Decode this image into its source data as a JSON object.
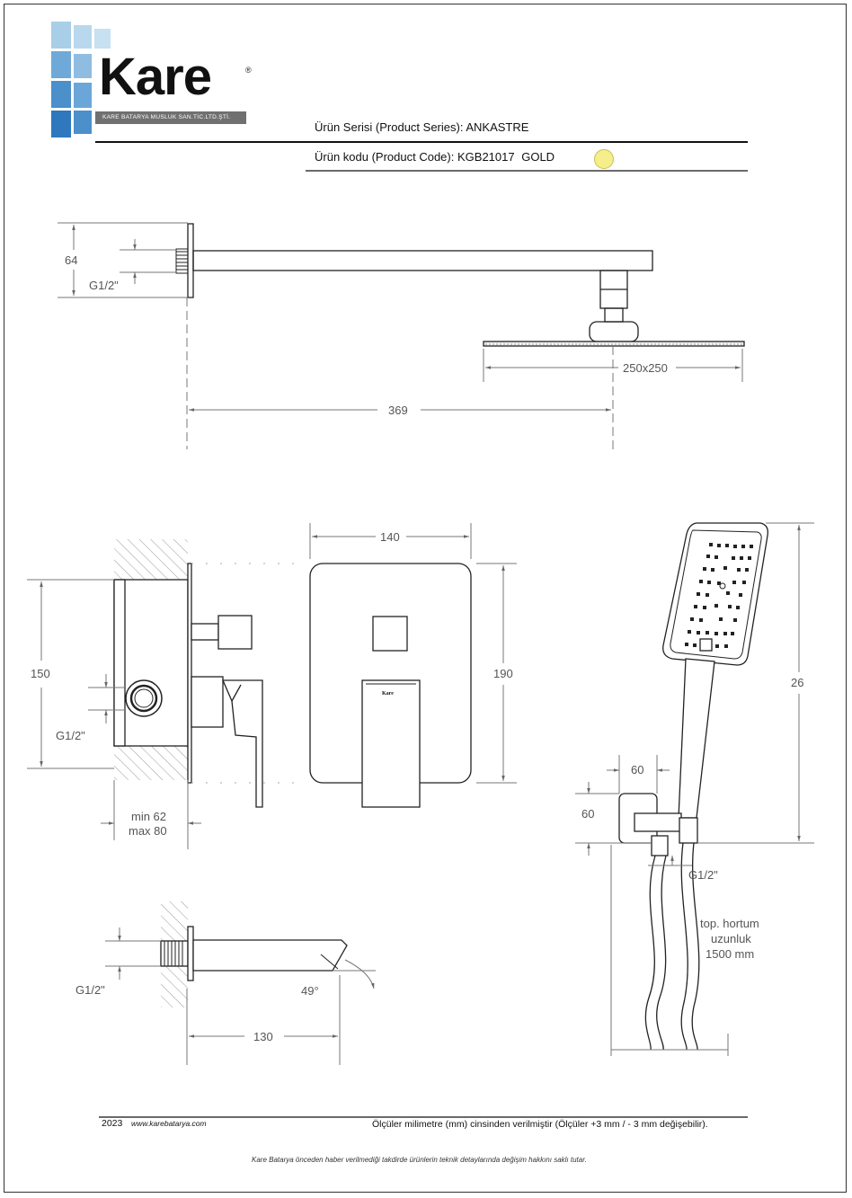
{
  "brand": {
    "name": "Kare",
    "subtitle": "KARE BATARYA MUSLUK SAN.TİC.LTD.ŞTİ.",
    "registered": "®"
  },
  "header": {
    "series_label": "Ürün Serisi (Product Series):",
    "series_value": "ANKASTRE",
    "code_label": "Ürün kodu (Product Code):",
    "code_value": "KGB21017",
    "color_value": "GOLD",
    "color_swatch": "#f5ee8a"
  },
  "dimensions": {
    "head_height": "64",
    "head_thread": "G1/2\"",
    "head_size": "250x250",
    "arm_length": "369",
    "plate_width": "140",
    "box_height": "150",
    "plate_height": "190",
    "box_thread": "G1/2\"",
    "depth_min": "min 62",
    "depth_max": "max 80",
    "spout_thread": "G1/2\"",
    "spout_angle": "49°",
    "spout_length": "130",
    "hand_height": "26",
    "holder_width": "60",
    "holder_height": "60",
    "hose_thread": "G1/2\"",
    "hose_note_1": "top. hortum",
    "hose_note_2": "uzunluk",
    "hose_note_3": "1500 mm"
  },
  "handle_logo": "Kare",
  "footer": {
    "year": "2023",
    "website": "www.karebatarya.com",
    "note": "Ölçüler milimetre (mm) cinsinden verilmiştir (Ölçüler  +3 mm / - 3 mm değişebilir).",
    "disclaimer": "Kare Batarya önceden haber verilmediği takdirde ürünlerin teknik detaylarında değişim hakkını saklı tutar."
  }
}
